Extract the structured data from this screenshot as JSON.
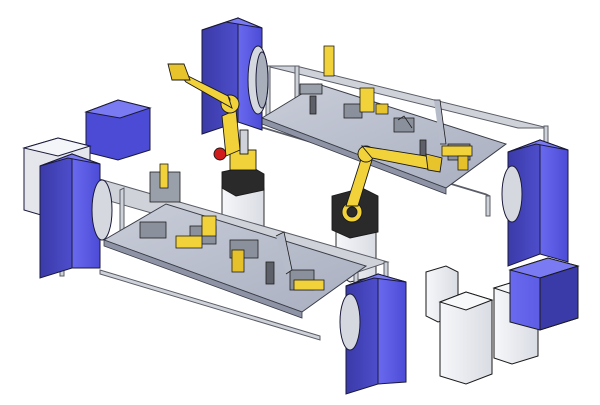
{
  "scene": {
    "subject": "robotic-welding-cell",
    "stations": 2,
    "robots": 2,
    "positioners": 4,
    "controllers": 2,
    "colors": {
      "background": "#ffffff",
      "positioner_blue": "#5a5ae6",
      "positioner_dark": "#3c3cb4",
      "frame_grey": "#c8cad0",
      "table_top": "#b7bccb",
      "robot_yellow": "#f2d23a",
      "robot_dark": "#2a2a2a",
      "cabinet_white": "#eceef2",
      "fixture_grey": "#9aa0aa",
      "accent_red": "#d01c1c",
      "outline": "#1a1a1a"
    }
  }
}
